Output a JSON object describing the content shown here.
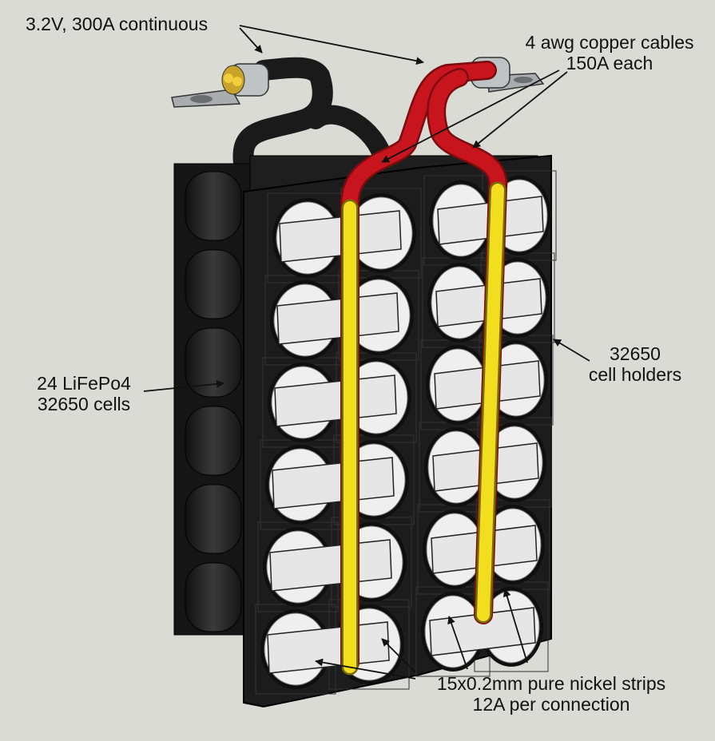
{
  "labels": {
    "voltage": "3.2V, 300A continuous",
    "cables_line1": "4 awg copper cables",
    "cables_line2": "150A each",
    "holders_line1": "32650",
    "holders_line2": "cell holders",
    "cells_line1": "24 LiFePo4",
    "cells_line2": "32650 cells",
    "strips_line1": "15x0.2mm pure nickel strips",
    "strips_line2": "12A per connection"
  },
  "colors": {
    "background": "#d9dbd4",
    "holder": "#1c1c1c",
    "cell_face": "#efefef",
    "nickel_strip": "#e6e6e6",
    "cable_red": "#c8141c",
    "cable_yellow": "#f2dd1f",
    "cable_black": "#1a1a1a",
    "copper_dots": "#e8c23a"
  }
}
